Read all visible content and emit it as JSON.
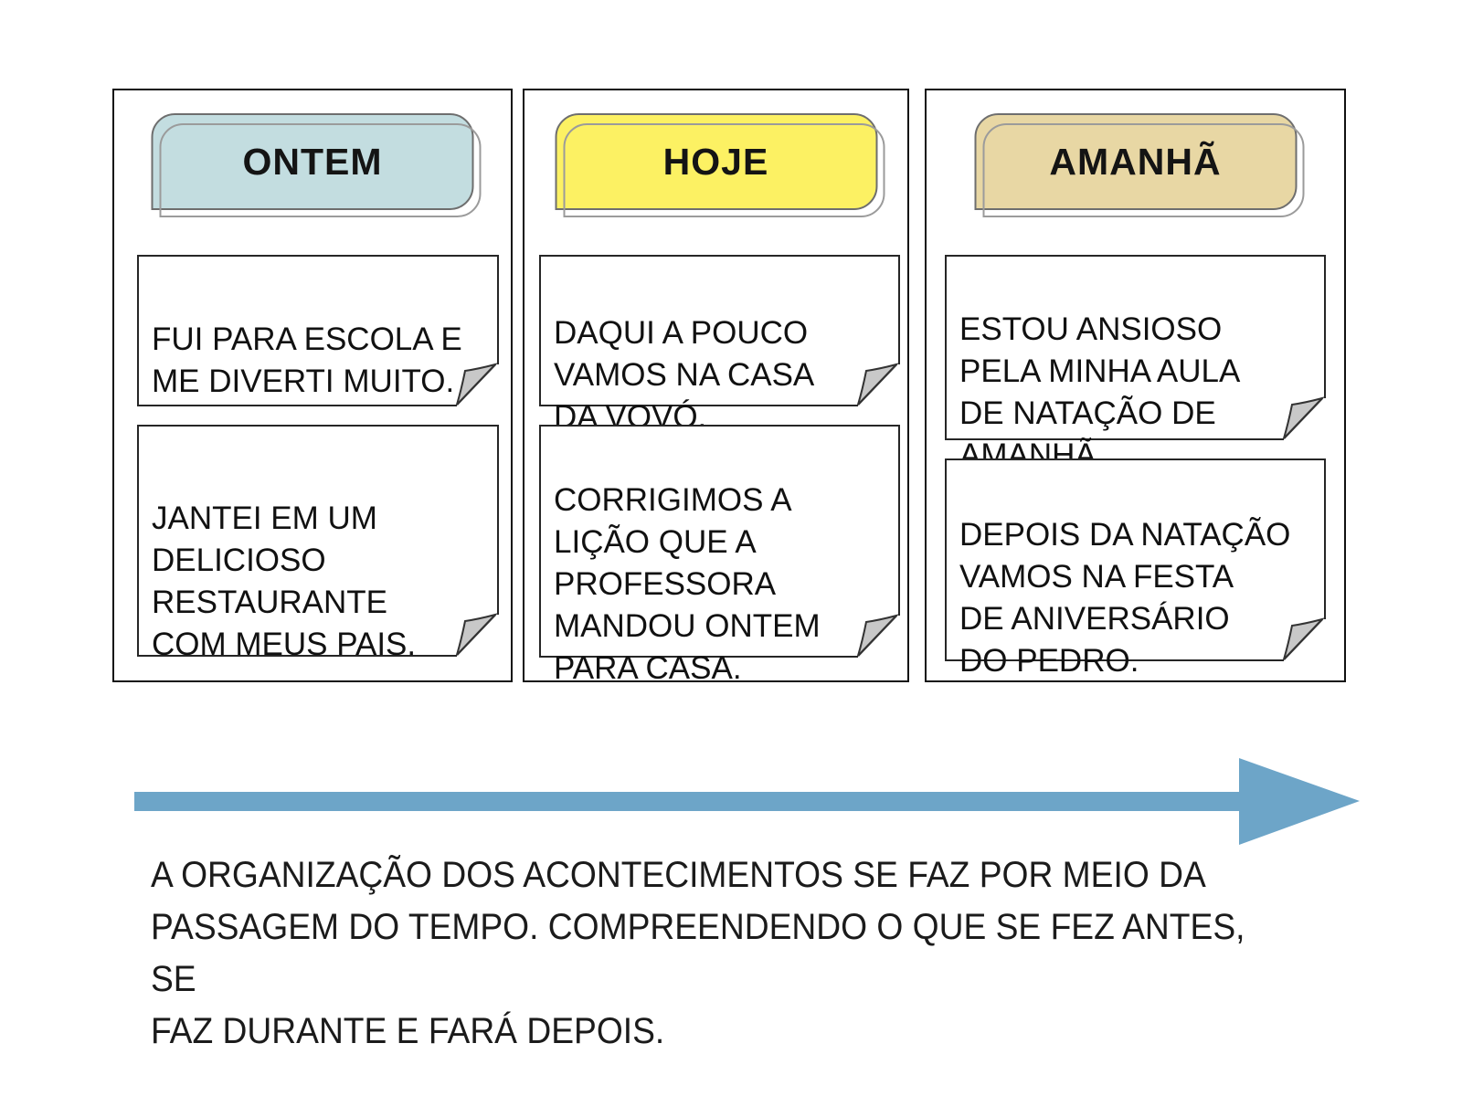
{
  "columns": [
    {
      "id": "ontem",
      "header": {
        "label": "ONTEM",
        "color": "#c3dde0"
      },
      "notes": [
        {
          "text": "FUI PARA ESCOLA E\nME DIVERTI MUITO."
        },
        {
          "text": "JANTEI EM UM\nDELICIOSO\nRESTAURANTE\nCOM MEUS PAIS."
        }
      ]
    },
    {
      "id": "hoje",
      "header": {
        "label": "HOJE",
        "color": "#fcf163"
      },
      "notes": [
        {
          "text": "DAQUI A POUCO\nVAMOS NA CASA\nDA VOVÓ."
        },
        {
          "text": "CORRIGIMOS A\nLIÇÃO QUE A\nPROFESSORA\nMANDOU ONTEM\nPARA CASA."
        }
      ]
    },
    {
      "id": "amanha",
      "header": {
        "label": "AMANHÃ",
        "color": "#e8d7a4"
      },
      "notes": [
        {
          "text": "ESTOU ANSIOSO\nPELA MINHA AULA\nDE NATAÇÃO DE\nAMANHÃ."
        },
        {
          "text": "DEPOIS DA NATAÇÃO\nVAMOS NA FESTA\nDE ANIVERSÁRIO\nDO PEDRO."
        }
      ]
    }
  ],
  "arrow": {
    "color": "#6da5c8",
    "direction": "right"
  },
  "caption": {
    "text": "A ORGANIZAÇÃO DOS ACONTECIMENTOS SE FAZ POR MEIO DA\nPASSAGEM DO TEMPO. COMPREENDENDO O QUE SE FEZ ANTES, SE\nFAZ DURANTE E FARÁ DEPOIS."
  }
}
